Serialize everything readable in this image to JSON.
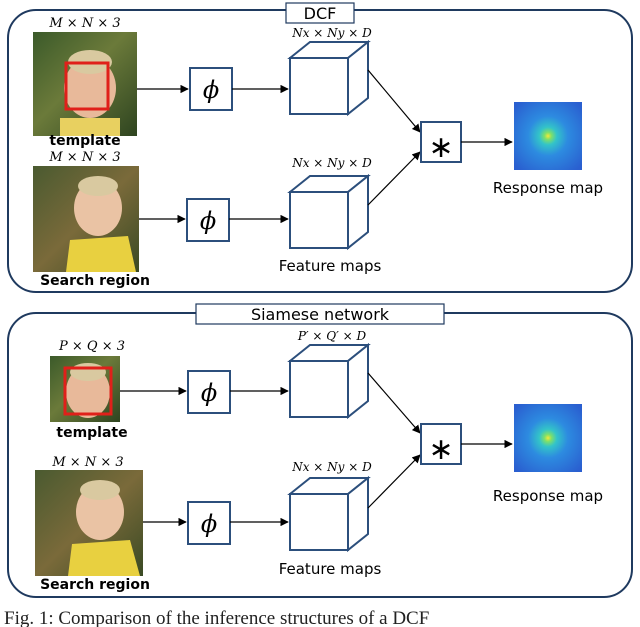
{
  "panels": {
    "dcf": {
      "title": "DCF",
      "template_dims": "M × N × 3",
      "search_dims": "M × N × 3",
      "template_label": "template",
      "search_label": "Search region",
      "feature_dims_top": "Nx × Ny × D",
      "feature_dims_bottom": "Nx × Ny × D",
      "phi": "ϕ",
      "conv_op": "∗",
      "feature_label": "Feature maps",
      "response_label": "Response map"
    },
    "siamese": {
      "title": "Siamese network",
      "template_dims": "P × Q × 3",
      "search_dims": "M × N × 3",
      "template_label": "template",
      "search_label": "Search region",
      "feature_dims_top": "P′ × Q′ × D",
      "feature_dims_bottom": "Nx × Ny × D",
      "phi": "ϕ",
      "conv_op": "∗",
      "feature_label": "Feature maps",
      "response_label": "Response map"
    }
  },
  "caption": "Fig. 1: Comparison of the inference structures of a DCF",
  "colors": {
    "panel_border": "#1f3a5f",
    "node_border": "#2c4f7c",
    "template_box": "#e0201a",
    "response_bg": "#2e6fd6",
    "response_peak": "#f5e83a"
  }
}
